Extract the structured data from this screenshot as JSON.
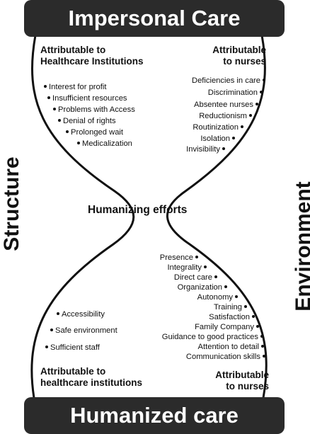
{
  "top_bar": "Impersonal Care",
  "bottom_bar": "Humanized care",
  "center_label": "Humanizing efforts",
  "left_side": "Structure",
  "right_side": "Environment",
  "top_left": {
    "heading": [
      "Attributable to",
      "Healthcare Institutions"
    ],
    "items": [
      "Interest for profit",
      "Insufficient resources",
      "Problems with Access",
      "Denial of rights",
      "Prolonged wait",
      "Medicalization"
    ]
  },
  "top_right": {
    "heading": [
      "Attributable",
      "to nurses"
    ],
    "items": [
      "Deficiencies in care",
      "Discrimination",
      "Absentee nurses",
      "Reductionism",
      "Routinization",
      "Isolation",
      "Invisibility"
    ]
  },
  "bottom_left": {
    "heading": [
      "Attributable to",
      "healthcare institutions"
    ],
    "items": [
      "Accessibility",
      "Safe environment",
      "Sufficient staff"
    ]
  },
  "bottom_right": {
    "heading": [
      "Attributable",
      "to nurses"
    ],
    "items": [
      "Presence",
      "Integrality",
      "Direct care",
      "Organization",
      "Autonomy",
      "Training",
      "Satisfaction",
      "Family Company",
      "Guidance to good practices",
      "Attention to detail",
      "Communication skills"
    ]
  }
}
